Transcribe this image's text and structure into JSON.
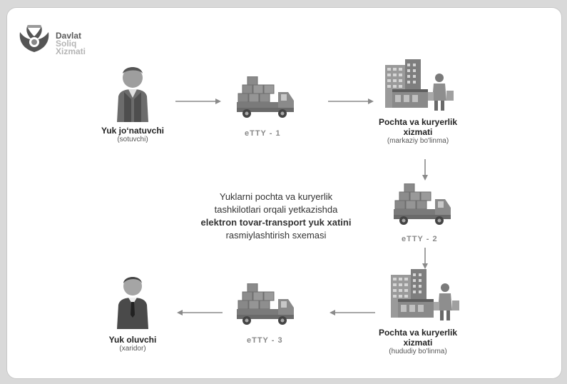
{
  "logo": {
    "line1": "Davlat",
    "line2": "Soliq",
    "line3": "Xizmati"
  },
  "sender": {
    "title": "Yuk jo‘natuvchi",
    "subtitle": "(sotuvchi)"
  },
  "receiver": {
    "title": "Yuk oluvchi",
    "subtitle": "(xaridor)"
  },
  "post_central": {
    "title_line1": "Pochta  va  kuryerlik",
    "title_line2": "xizmati",
    "subtitle": "(markaziy bo'linma)"
  },
  "post_regional": {
    "title_line1": "Pochta  va  kuryerlik",
    "title_line2": "xizmati",
    "subtitle": "(hududiy bo'linma)"
  },
  "trucks": {
    "t1": "eTTY  - 1",
    "t2": "eTTY  - 2",
    "t3": "eTTY  - 3"
  },
  "caption": {
    "line1": "Yuklarni pochta va kuryerlik",
    "line2": "tashkilotlari orqali yetkazishda",
    "line3": "elektron tovar-transport yuk xatini",
    "line4": "rasmiylashtirish sxemasi"
  }
}
